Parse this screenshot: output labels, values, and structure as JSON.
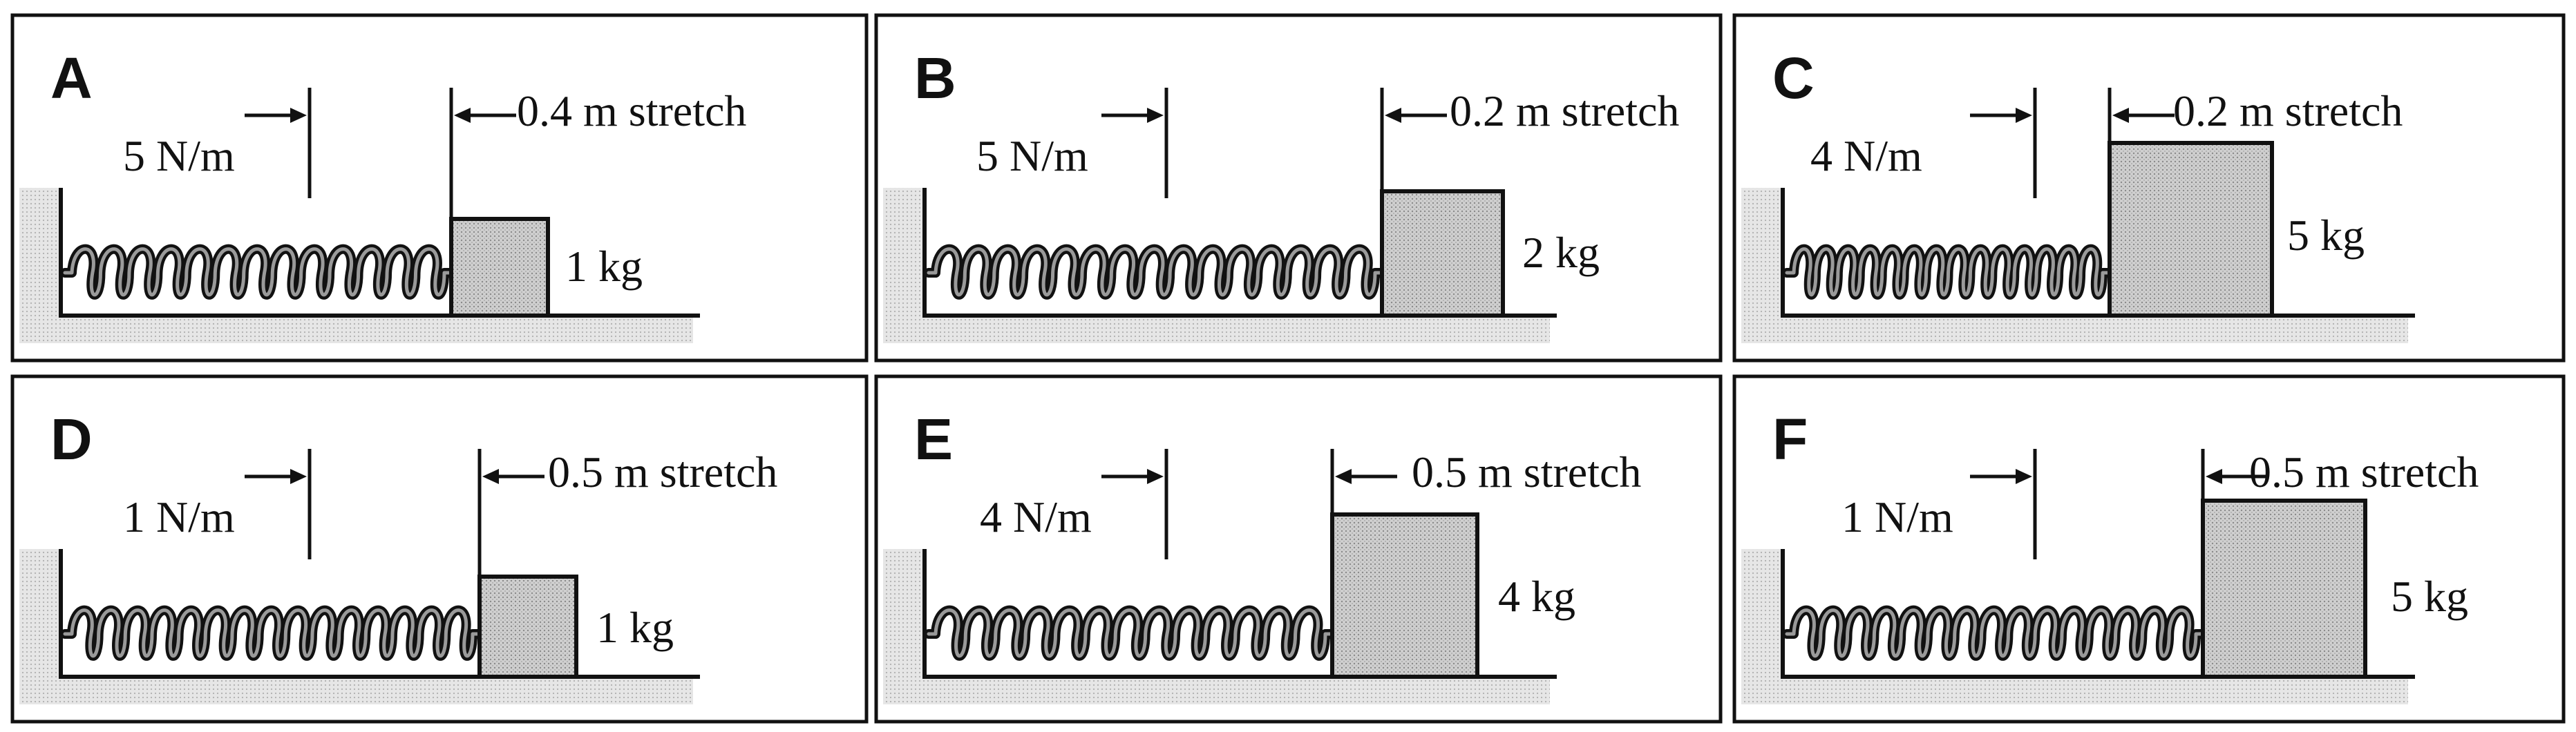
{
  "panels": [
    {
      "letter": "A",
      "spring_constant": "5 N/m",
      "stretch": "0.4 m stretch",
      "mass": "1 kg"
    },
    {
      "letter": "B",
      "spring_constant": "5 N/m",
      "stretch": "0.2 m stretch",
      "mass": "2 kg"
    },
    {
      "letter": "C",
      "spring_constant": "4 N/m",
      "stretch": "0.2 m stretch",
      "mass": "5 kg"
    },
    {
      "letter": "D",
      "spring_constant": "1 N/m",
      "stretch": "0.5 m stretch",
      "mass": "1 kg"
    },
    {
      "letter": "E",
      "spring_constant": "4 N/m",
      "stretch": "0.5 m stretch",
      "mass": "4 kg"
    },
    {
      "letter": "F",
      "spring_constant": "1 N/m",
      "stretch": "0.5 m stretch",
      "mass": "5 kg"
    }
  ],
  "colors": {
    "ink": "#111111",
    "block_fill": "#c4c4c4",
    "shadow": "#d9d9d9"
  }
}
